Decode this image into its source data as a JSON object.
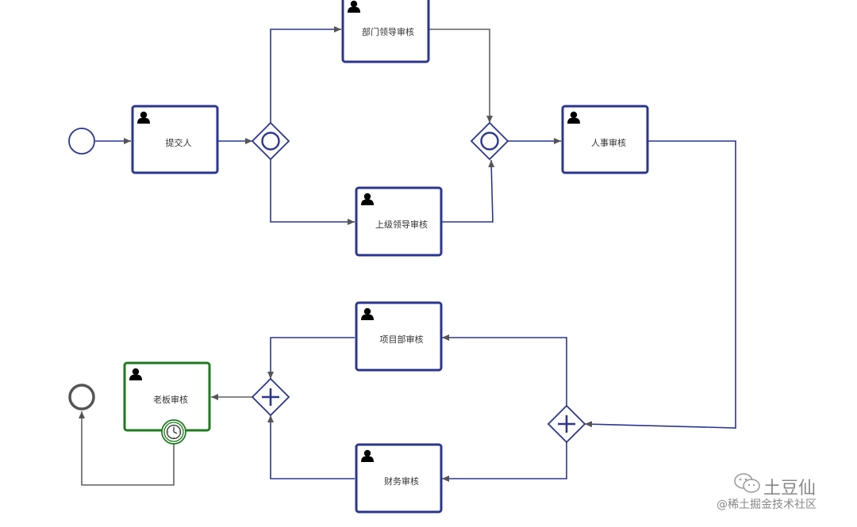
{
  "diagram": {
    "tasks": {
      "submitter": "提交人",
      "dept_leader": "部门领导审核",
      "superior_leader": "上级领导审核",
      "hr": "人事审核",
      "project_dept": "项目部审核",
      "finance": "财务审核",
      "boss": "老板审核"
    },
    "icons": {
      "task": "user-icon",
      "start": "start-event-icon",
      "end": "end-event-icon",
      "inclusive_gateway": "inclusive-gateway-icon",
      "parallel_gateway": "parallel-gateway-icon",
      "boundary": "timer-icon"
    },
    "colors": {
      "task_border": "#2b3590",
      "active_task_border": "#1f7a1f",
      "flow": "#2b3590",
      "flow_gray": "#606060",
      "end_event": "#555555"
    }
  },
  "watermark": {
    "name": "土豆仙",
    "site": "@稀土掘金技术社区"
  }
}
